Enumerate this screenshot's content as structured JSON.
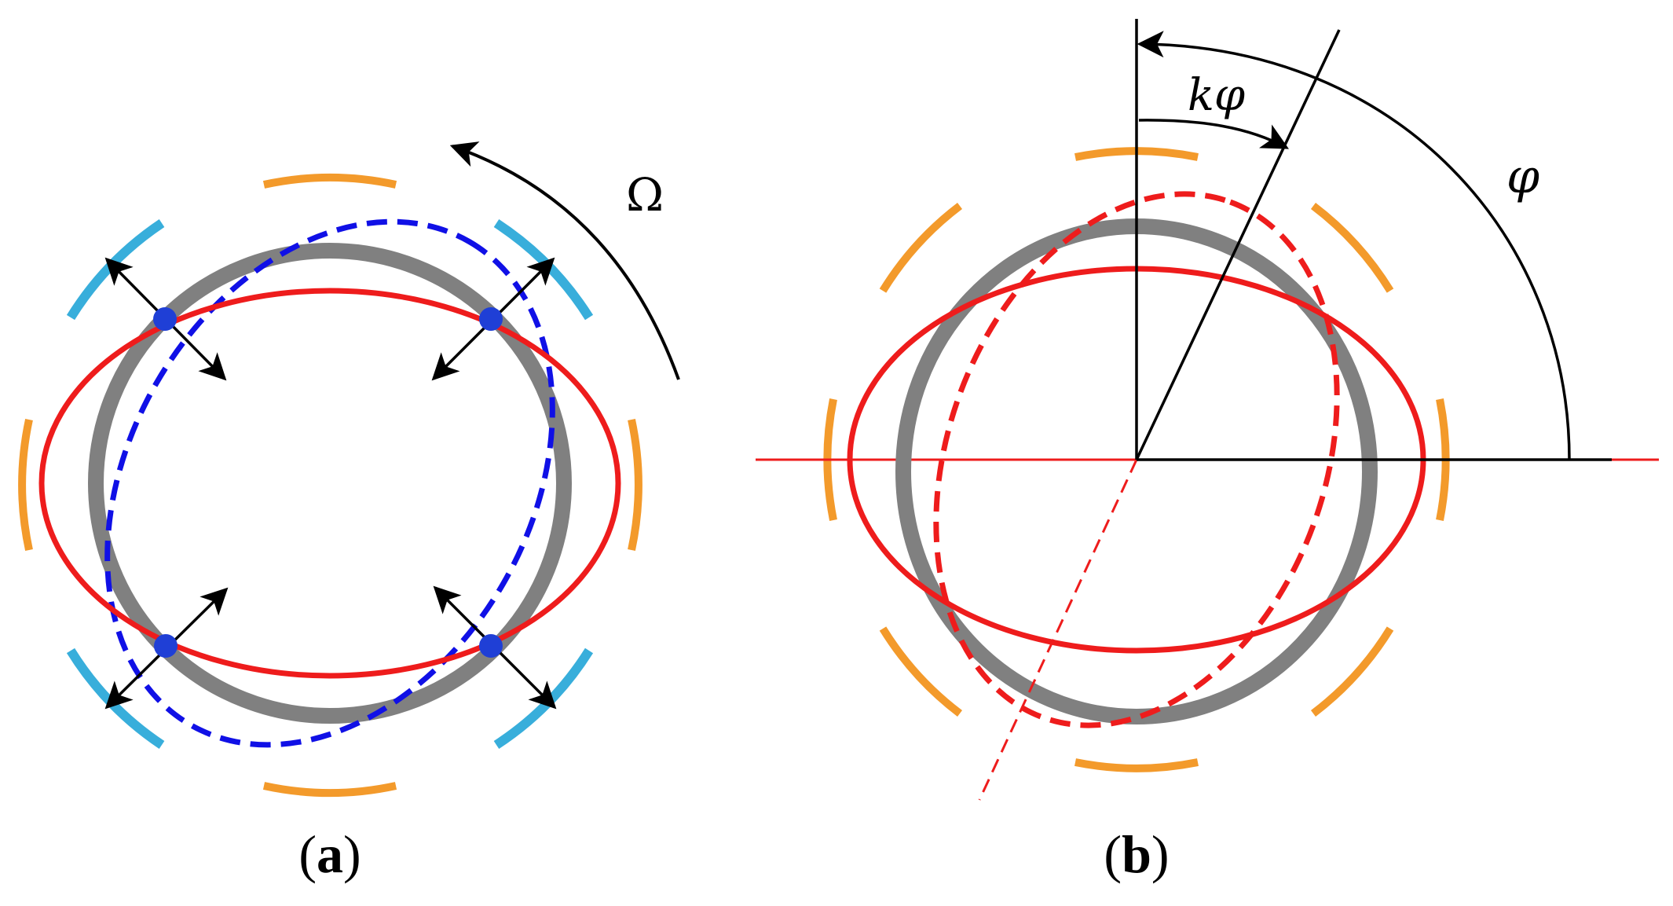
{
  "panels": {
    "a": {
      "caption_open": "(",
      "caption_letter": "a",
      "caption_close": ")",
      "rotation_label": "Ω"
    },
    "b": {
      "caption_open": "(",
      "caption_letter": "b",
      "caption_close": ")",
      "angle_outer_label": "φ",
      "angle_inner_label": "kφ"
    }
  },
  "colors": {
    "ring": "#808080",
    "electrode_orange": "#f39a2b",
    "electrode_blue": "#38aedb",
    "mode_red": "#ee1c1c",
    "mode_blue_dashed": "#1010e6",
    "node_dot": "#1f3fd6",
    "arrow": "#000000"
  }
}
